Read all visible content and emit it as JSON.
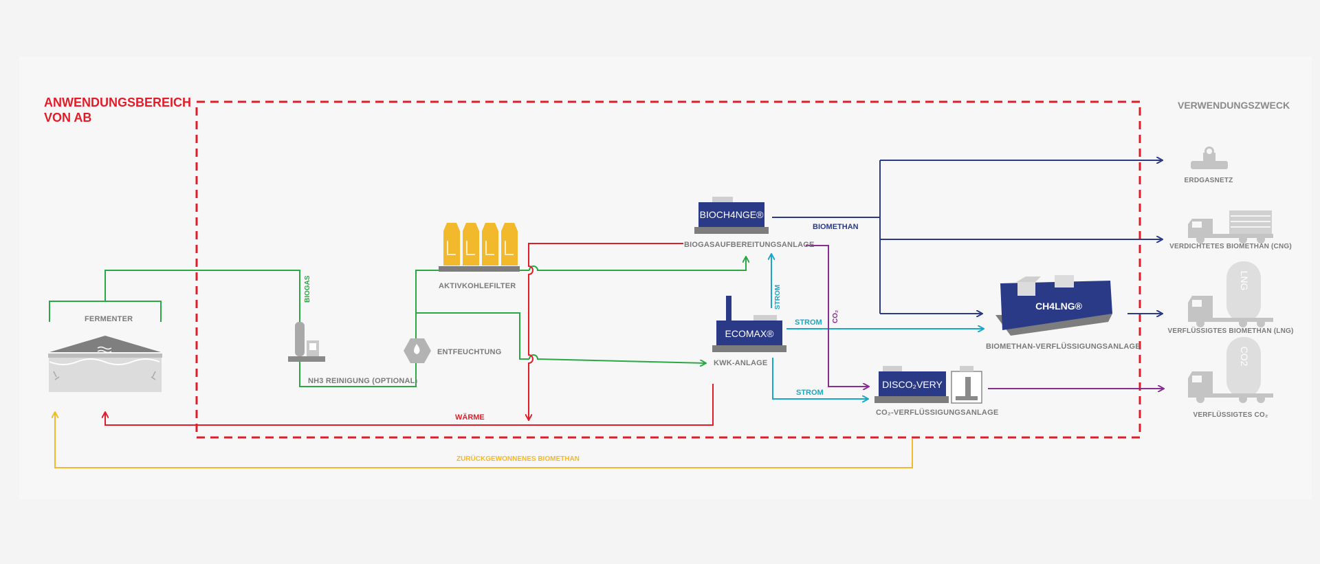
{
  "title": {
    "line1": "ANWENDUNGSBEREICH",
    "line2": "VON AB"
  },
  "side_title": "VERWENDUNGSZWECK",
  "colors": {
    "red": "#e11d2a",
    "green": "#2aa844",
    "navy": "#2b3a86",
    "cyan": "#18a8c6",
    "purple": "#8a2d92",
    "yellow": "#f3b92c",
    "grey": "#a9a9a9"
  },
  "nodes": {
    "fermenter": "FERMENTER",
    "nh3": "NH3 REINIGUNG (OPTIONAL)",
    "activated_carbon": "AKTIVKOHLEFILTER",
    "dehumidification": "ENTFEUCHTUNG",
    "biogas_upgrading": "BIOGASAUFBEREITUNGSANLAGE",
    "chp": "KWK-ANLAGE",
    "co2_liquefaction": "CO₂-VERFLÜSSIGUNGSANLAGE",
    "biomethane_liquefaction": "BIOMETHAN-VERFLÜSSIGUNGSANLAGE"
  },
  "brands": {
    "biochange": "BIOCH4NGE®",
    "ecomax": "ECOMAX®",
    "disco2very": "DISCO₂VERY",
    "ch4lng": "CH4LNG®"
  },
  "flows": {
    "biogas": "BIOGAS",
    "biomethan": "BIOMETHAN",
    "strom_vertical": "STROM",
    "strom_1": "STROM",
    "strom_2": "STROM",
    "co2": "CO₂",
    "waerme": "WÄRME",
    "recovered": "ZURÜCKGEWONNENES BIOMETHAN"
  },
  "uses": {
    "gas_grid": "ERDGASNETZ",
    "cng": "VERDICHTETES BIOMETHAN (CNG)",
    "lng": "VERFLÜSSIGTES BIOMETHAN (LNG)",
    "lco2": "VERFLÜSSIGTES CO₂",
    "tank_lng": "LNG",
    "tank_co2": "CO2"
  }
}
